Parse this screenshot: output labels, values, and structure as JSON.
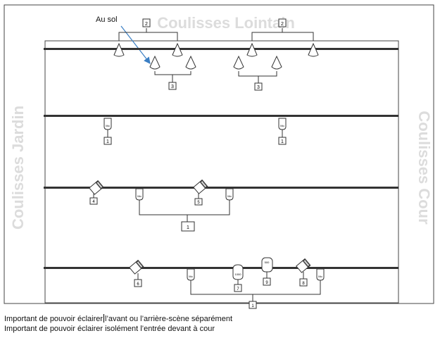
{
  "labels": {
    "lointain": "Coulisses Lointain",
    "jardin": "Coulisses Jardin",
    "cour": "Coulisses Cour",
    "au_sol": "Au sol"
  },
  "fixture_text": {
    "mo": "Mo",
    "p1000": "1000",
    "p500": "500"
  },
  "channels": {
    "top_left": "2",
    "top_right": "2",
    "floor_left": "3",
    "floor_right": "3",
    "row2_left": "1",
    "row2_right": "1",
    "row3_a": "4",
    "row3_b": "5",
    "row3_group": "1",
    "row4_a": "6",
    "row4_b": "7",
    "row4_c": "9",
    "row4_d": "8",
    "row4_group": "1"
  },
  "notes": {
    "line1_before": "Important de pouvoir éclairer",
    "line1_after": "l’avant ou l’arrière-scène séparément",
    "line2": "Important de pouvoir éclairer isolément l’entrée devant à cour"
  },
  "colors": {
    "ghost_text": "#dcdcdc",
    "arrow": "#3b7fc4",
    "bar": "#333333"
  }
}
